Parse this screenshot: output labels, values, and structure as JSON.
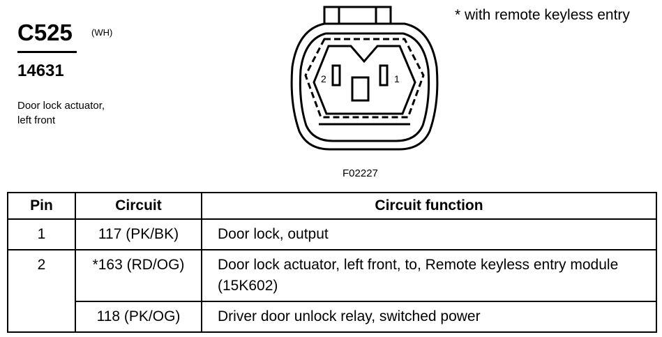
{
  "connector": {
    "id": "C525",
    "color_code": "(WH)",
    "part_number": "14631",
    "description_lines": [
      "Door lock actuator,",
      "left front"
    ]
  },
  "footnote": "* with remote keyless entry",
  "figure": {
    "id": "F02227",
    "pin_labels": [
      "2",
      "1"
    ]
  },
  "table": {
    "headers": [
      "Pin",
      "Circuit",
      "Circuit function"
    ],
    "rows": [
      {
        "pin": "1",
        "circuit": "117 (PK/BK)",
        "function": "Door lock, output"
      },
      {
        "pin": "2",
        "circuit": "*163 (RD/OG)",
        "function": "Door lock actuator, left front, to, Remote keyless entry module (15K602)"
      },
      {
        "pin": "",
        "circuit": "118 (PK/OG)",
        "function": "Driver door unlock relay, switched power"
      }
    ]
  }
}
